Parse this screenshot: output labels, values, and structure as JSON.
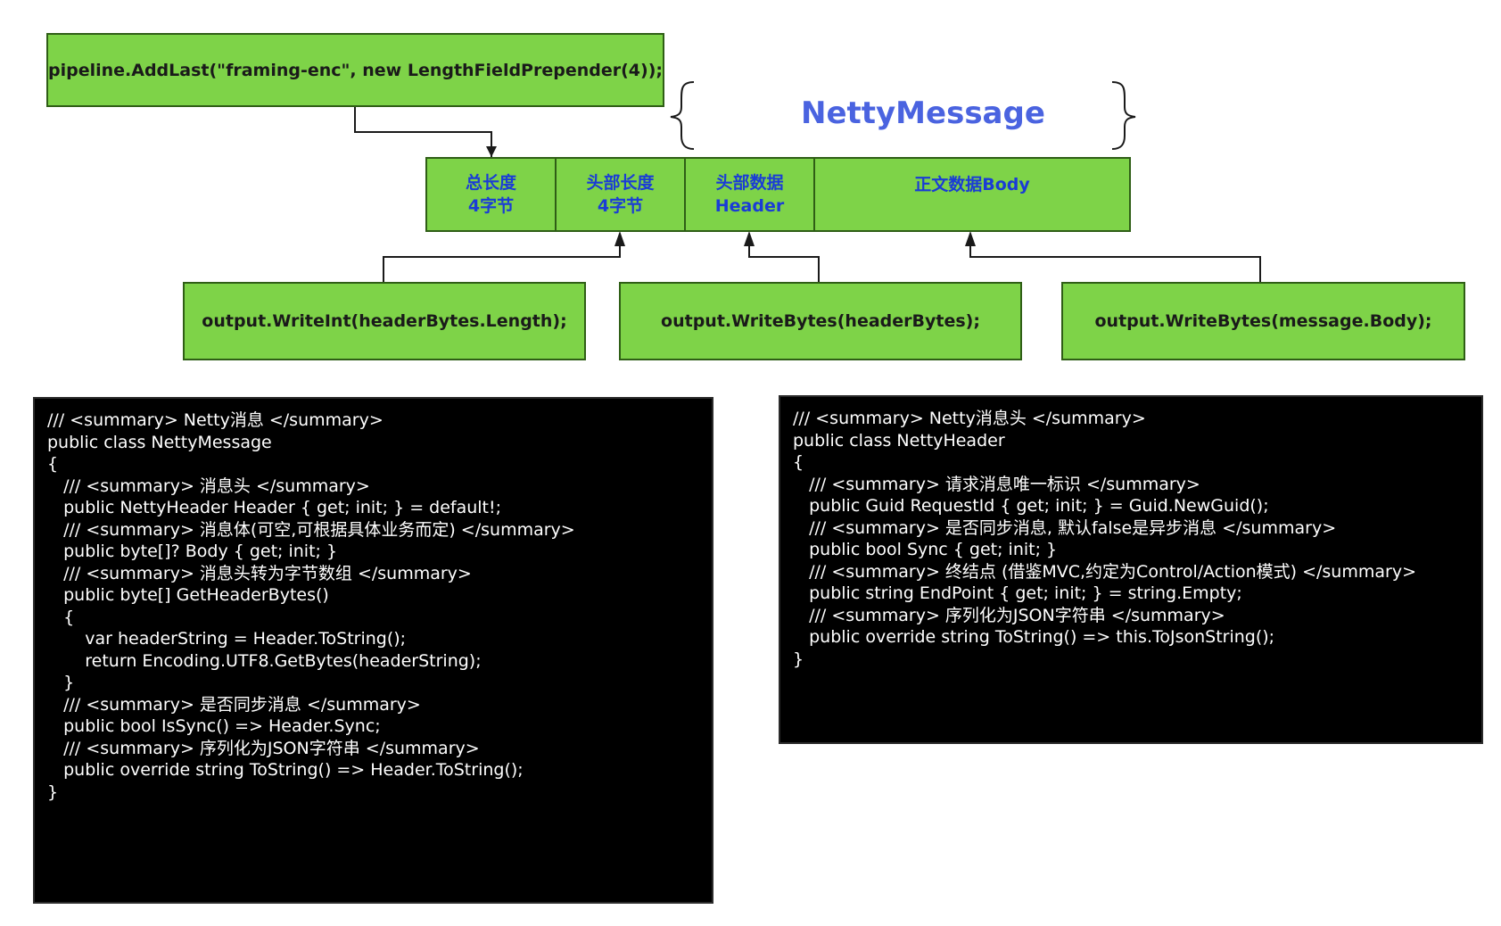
{
  "top_box": {
    "text": "pipeline.AddLast(\"framing-enc\", new LengthFieldPrepender(4));"
  },
  "message_title": "NettyMessage",
  "fields": [
    {
      "line1": "总长度",
      "line2": "4字节"
    },
    {
      "line1": "头部长度",
      "line2": "4字节"
    },
    {
      "line1": "头部数据",
      "line2": "Header"
    },
    {
      "line1": "正文数据Body",
      "line2": ""
    }
  ],
  "writers": [
    {
      "text": "output.WriteInt(headerBytes.Length);"
    },
    {
      "text": "output.WriteBytes(headerBytes);"
    },
    {
      "text": "output.WriteBytes(message.Body);"
    }
  ],
  "code_left": [
    "/// <summary> Netty消息 </summary>",
    "public class NettyMessage",
    "{",
    "   /// <summary> 消息头 </summary>",
    "   public NettyHeader Header { get; init; } = default!;",
    "",
    "   /// <summary> 消息体(可空,可根据具体业务而定) </summary>",
    "   public byte[]? Body { get; init; }",
    "",
    "   /// <summary> 消息头转为字节数组 </summary>",
    "   public byte[] GetHeaderBytes()",
    "   {",
    "       var headerString = Header.ToString();",
    "       return Encoding.UTF8.GetBytes(headerString);",
    "   }",
    "",
    "   /// <summary> 是否同步消息 </summary>",
    "   public bool IsSync() => Header.Sync;",
    "",
    "   /// <summary> 序列化为JSON字符串 </summary>",
    "   public override string ToString() => Header.ToString();",
    "}"
  ],
  "code_right": [
    "/// <summary> Netty消息头 </summary>",
    "public class NettyHeader",
    "{",
    "   /// <summary> 请求消息唯一标识 </summary>",
    "   public Guid RequestId { get; init; } = Guid.NewGuid();",
    "",
    "   /// <summary> 是否同步消息, 默认false是异步消息 </summary>",
    "   public bool Sync { get; init; }",
    "",
    "   /// <summary> 终结点 (借鉴MVC,约定为Control/Action模式) </summary>",
    "   public string EndPoint { get; init; } = string.Empty;",
    "",
    "   /// <summary> 序列化为JSON字符串 </summary>",
    "   public override string ToString() => this.ToJsonString();",
    "}"
  ],
  "colors": {
    "box_fill": "#7ed348",
    "field_text": "#1a3cd6",
    "title": "#4a63e0",
    "code_bg": "#000000"
  }
}
